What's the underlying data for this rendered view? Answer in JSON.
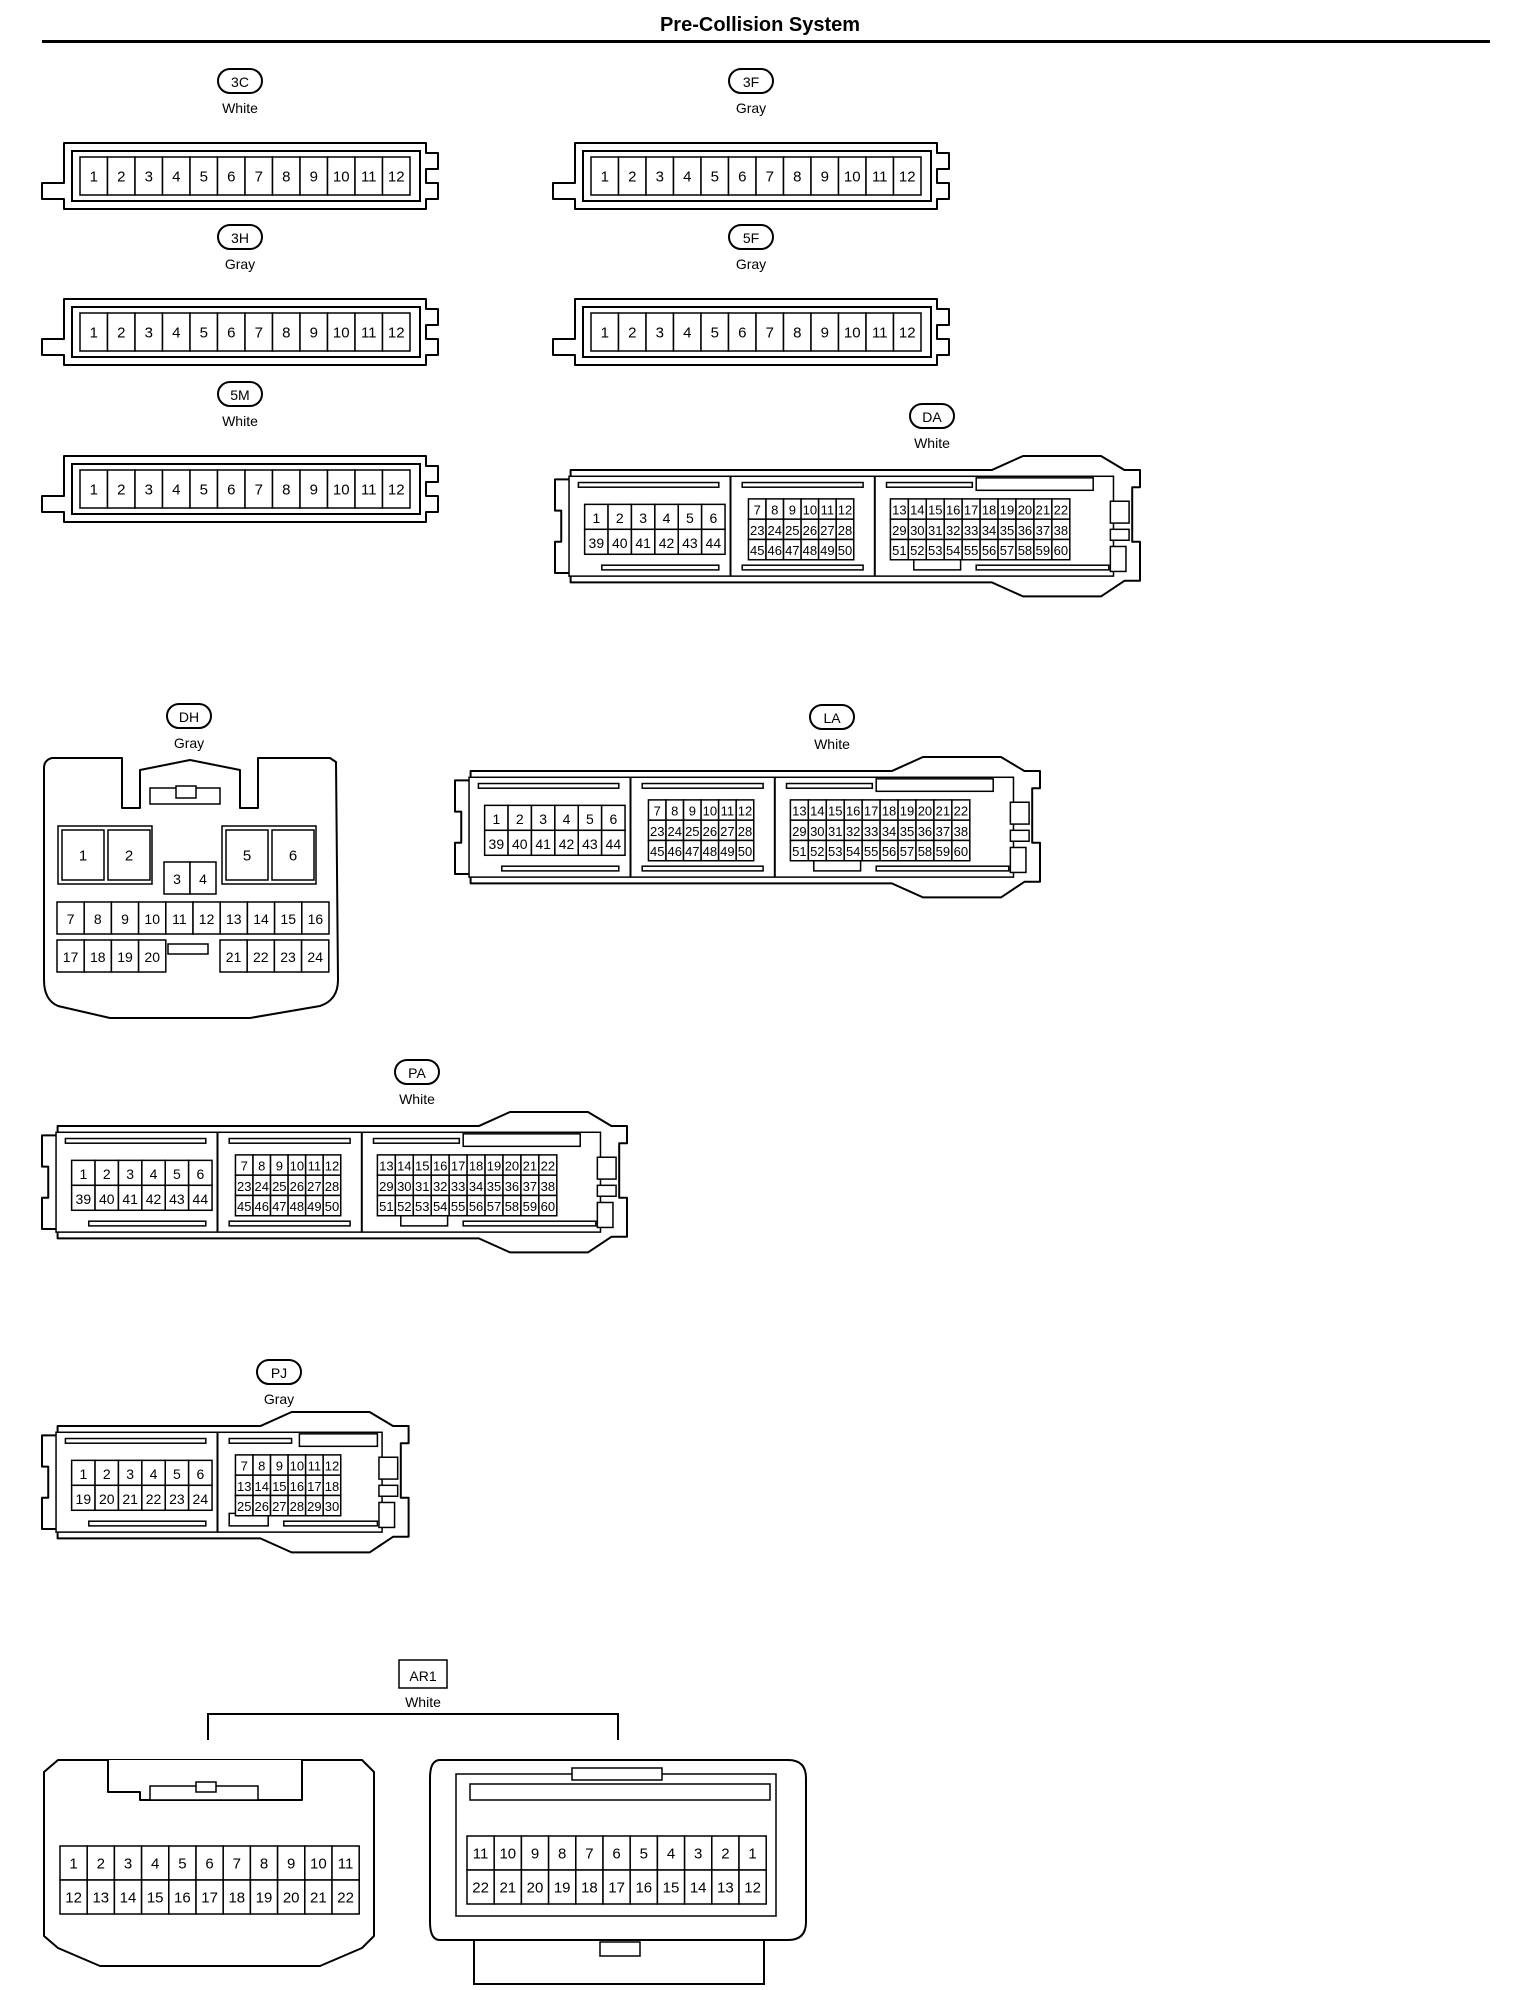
{
  "title": "Pre-Collision System",
  "connectors": [
    {
      "id": "3C",
      "color": "White",
      "pins": [
        "1",
        "2",
        "3",
        "4",
        "5",
        "6",
        "7",
        "8",
        "9",
        "10",
        "11",
        "12"
      ]
    },
    {
      "id": "3F",
      "color": "Gray",
      "pins": [
        "1",
        "2",
        "3",
        "4",
        "5",
        "6",
        "7",
        "8",
        "9",
        "10",
        "11",
        "12"
      ]
    },
    {
      "id": "3H",
      "color": "Gray",
      "pins": [
        "1",
        "2",
        "3",
        "4",
        "5",
        "6",
        "7",
        "8",
        "9",
        "10",
        "11",
        "12"
      ]
    },
    {
      "id": "5F",
      "color": "Gray",
      "pins": [
        "1",
        "2",
        "3",
        "4",
        "5",
        "6",
        "7",
        "8",
        "9",
        "10",
        "11",
        "12"
      ]
    },
    {
      "id": "5M",
      "color": "White",
      "pins": [
        "1",
        "2",
        "3",
        "4",
        "5",
        "6",
        "7",
        "8",
        "9",
        "10",
        "11",
        "12"
      ]
    },
    {
      "id": "DA",
      "color": "White",
      "sections": [
        {
          "rows": [
            [
              "1",
              "2",
              "3",
              "4",
              "5",
              "6"
            ],
            [
              "39",
              "40",
              "41",
              "42",
              "43",
              "44"
            ]
          ]
        },
        {
          "rows": [
            [
              "7",
              "8",
              "9",
              "10",
              "11",
              "12"
            ],
            [
              "23",
              "24",
              "25",
              "26",
              "27",
              "28"
            ],
            [
              "45",
              "46",
              "47",
              "48",
              "49",
              "50"
            ]
          ]
        },
        {
          "rows": [
            [
              "13",
              "14",
              "15",
              "16",
              "17",
              "18",
              "19",
              "20",
              "21",
              "22"
            ],
            [
              "29",
              "30",
              "31",
              "32",
              "33",
              "34",
              "35",
              "36",
              "37",
              "38"
            ],
            [
              "51",
              "52",
              "53",
              "54",
              "55",
              "56",
              "57",
              "58",
              "59",
              "60"
            ]
          ]
        }
      ]
    },
    {
      "id": "DH",
      "color": "Gray",
      "pins": {
        "big": [
          "1",
          "2",
          "5",
          "6"
        ],
        "middle": [
          "3",
          "4"
        ],
        "row1": [
          "7",
          "8",
          "9",
          "10",
          "11",
          "12",
          "13",
          "14",
          "15",
          "16"
        ],
        "row2_left": [
          "17",
          "18",
          "19",
          "20"
        ],
        "row2_right": [
          "21",
          "22",
          "23",
          "24"
        ]
      }
    },
    {
      "id": "LA",
      "color": "White",
      "sections": [
        {
          "rows": [
            [
              "1",
              "2",
              "3",
              "4",
              "5",
              "6"
            ],
            [
              "39",
              "40",
              "41",
              "42",
              "43",
              "44"
            ]
          ]
        },
        {
          "rows": [
            [
              "7",
              "8",
              "9",
              "10",
              "11",
              "12"
            ],
            [
              "23",
              "24",
              "25",
              "26",
              "27",
              "28"
            ],
            [
              "45",
              "46",
              "47",
              "48",
              "49",
              "50"
            ]
          ]
        },
        {
          "rows": [
            [
              "13",
              "14",
              "15",
              "16",
              "17",
              "18",
              "19",
              "20",
              "21",
              "22"
            ],
            [
              "29",
              "30",
              "31",
              "32",
              "33",
              "34",
              "35",
              "36",
              "37",
              "38"
            ],
            [
              "51",
              "52",
              "53",
              "54",
              "55",
              "56",
              "57",
              "58",
              "59",
              "60"
            ]
          ]
        }
      ]
    },
    {
      "id": "PA",
      "color": "White",
      "sections": [
        {
          "rows": [
            [
              "1",
              "2",
              "3",
              "4",
              "5",
              "6"
            ],
            [
              "39",
              "40",
              "41",
              "42",
              "43",
              "44"
            ]
          ]
        },
        {
          "rows": [
            [
              "7",
              "8",
              "9",
              "10",
              "11",
              "12"
            ],
            [
              "23",
              "24",
              "25",
              "26",
              "27",
              "28"
            ],
            [
              "45",
              "46",
              "47",
              "48",
              "49",
              "50"
            ]
          ]
        },
        {
          "rows": [
            [
              "13",
              "14",
              "15",
              "16",
              "17",
              "18",
              "19",
              "20",
              "21",
              "22"
            ],
            [
              "29",
              "30",
              "31",
              "32",
              "33",
              "34",
              "35",
              "36",
              "37",
              "38"
            ],
            [
              "51",
              "52",
              "53",
              "54",
              "55",
              "56",
              "57",
              "58",
              "59",
              "60"
            ]
          ]
        }
      ]
    },
    {
      "id": "PJ",
      "color": "Gray",
      "sections": [
        {
          "rows": [
            [
              "1",
              "2",
              "3",
              "4",
              "5",
              "6"
            ],
            [
              "19",
              "20",
              "21",
              "22",
              "23",
              "24"
            ]
          ]
        },
        {
          "rows": [
            [
              "7",
              "8",
              "9",
              "10",
              "11",
              "12"
            ],
            [
              "13",
              "14",
              "15",
              "16",
              "17",
              "18"
            ],
            [
              "25",
              "26",
              "27",
              "28",
              "29",
              "30"
            ]
          ]
        }
      ]
    },
    {
      "id": "AR1",
      "color": "White",
      "halves": [
        {
          "rows": [
            [
              "1",
              "2",
              "3",
              "4",
              "5",
              "6",
              "7",
              "8",
              "9",
              "10",
              "11"
            ],
            [
              "12",
              "13",
              "14",
              "15",
              "16",
              "17",
              "18",
              "19",
              "20",
              "21",
              "22"
            ]
          ]
        },
        {
          "rows": [
            [
              "11",
              "10",
              "9",
              "8",
              "7",
              "6",
              "5",
              "4",
              "3",
              "2",
              "1"
            ],
            [
              "22",
              "21",
              "20",
              "19",
              "18",
              "17",
              "16",
              "15",
              "14",
              "13",
              "12"
            ]
          ]
        }
      ]
    }
  ]
}
